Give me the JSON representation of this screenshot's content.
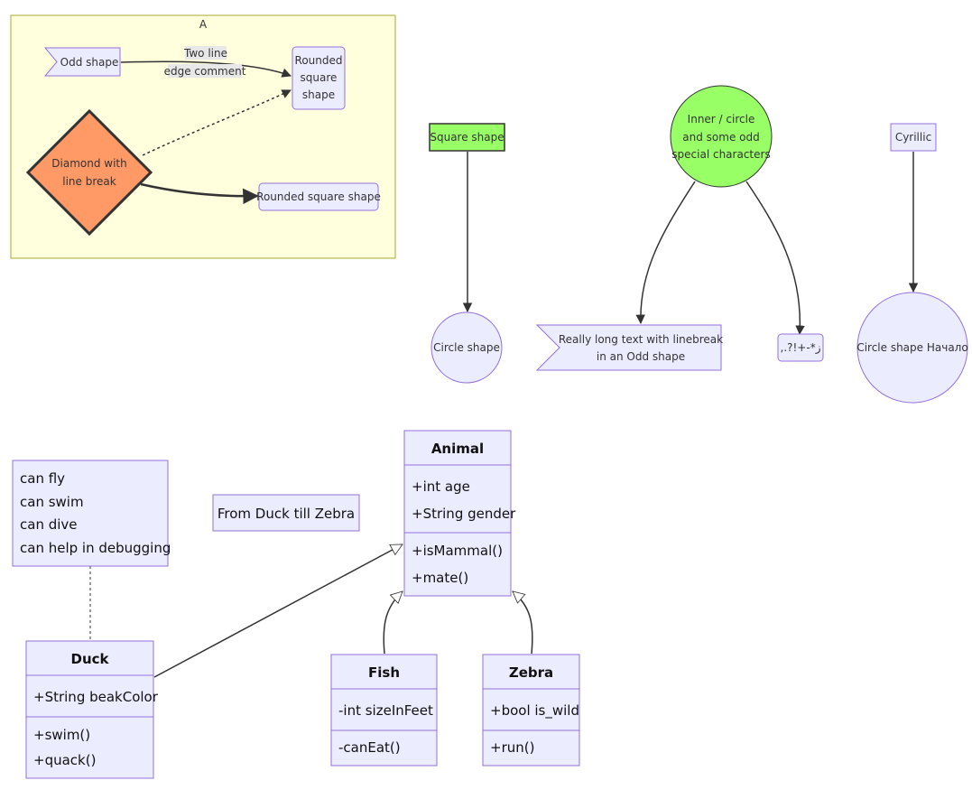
{
  "colors": {
    "node_fill": "#ECECFF",
    "node_stroke": "#9370DB",
    "subgraph_fill": "#FFFFDE",
    "subgraph_stroke": "#AAAA33",
    "diamond_fill": "#FF9966",
    "green_fill": "#99FF66",
    "edge": "#333333",
    "edge_label_bg": "#E8E8E8"
  },
  "flowchart": {
    "subgraph_title": "A",
    "odd_shape": "Odd shape",
    "rounded_square_lines": [
      "Rounded",
      "square",
      "shape"
    ],
    "edge_comment_lines": [
      "Two line",
      "edge comment"
    ],
    "diamond_lines": [
      "Diamond with",
      "line break"
    ],
    "rounded_square_wide": "Rounded square shape",
    "square_shape": "Square shape",
    "circle_shape": "Circle shape",
    "inner_circle_lines": [
      "Inner / circle",
      "and some odd",
      "special characters"
    ],
    "long_odd_lines": [
      "Really long text with linebreak",
      "in an Odd shape"
    ],
    "special_chars": ",.?!+-*ز",
    "cyrillic": "Cyrillic",
    "circle_cyrillic": "Circle shape Начало"
  },
  "class_diagram": {
    "note_lines": [
      "can fly",
      "can swim",
      "can dive",
      "can help in debugging"
    ],
    "note2": "From Duck till Zebra",
    "animal": {
      "name": "Animal",
      "attributes": [
        "+int age",
        "+String gender"
      ],
      "methods": [
        "+isMammal()",
        "+mate()"
      ]
    },
    "duck": {
      "name": "Duck",
      "attributes": [
        "+String beakColor"
      ],
      "methods": [
        "+swim()",
        "+quack()"
      ]
    },
    "fish": {
      "name": "Fish",
      "attributes": [
        "-int sizeInFeet"
      ],
      "methods": [
        "-canEat()"
      ]
    },
    "zebra": {
      "name": "Zebra",
      "attributes": [
        "+bool is_wild"
      ],
      "methods": [
        "+run()"
      ]
    }
  }
}
